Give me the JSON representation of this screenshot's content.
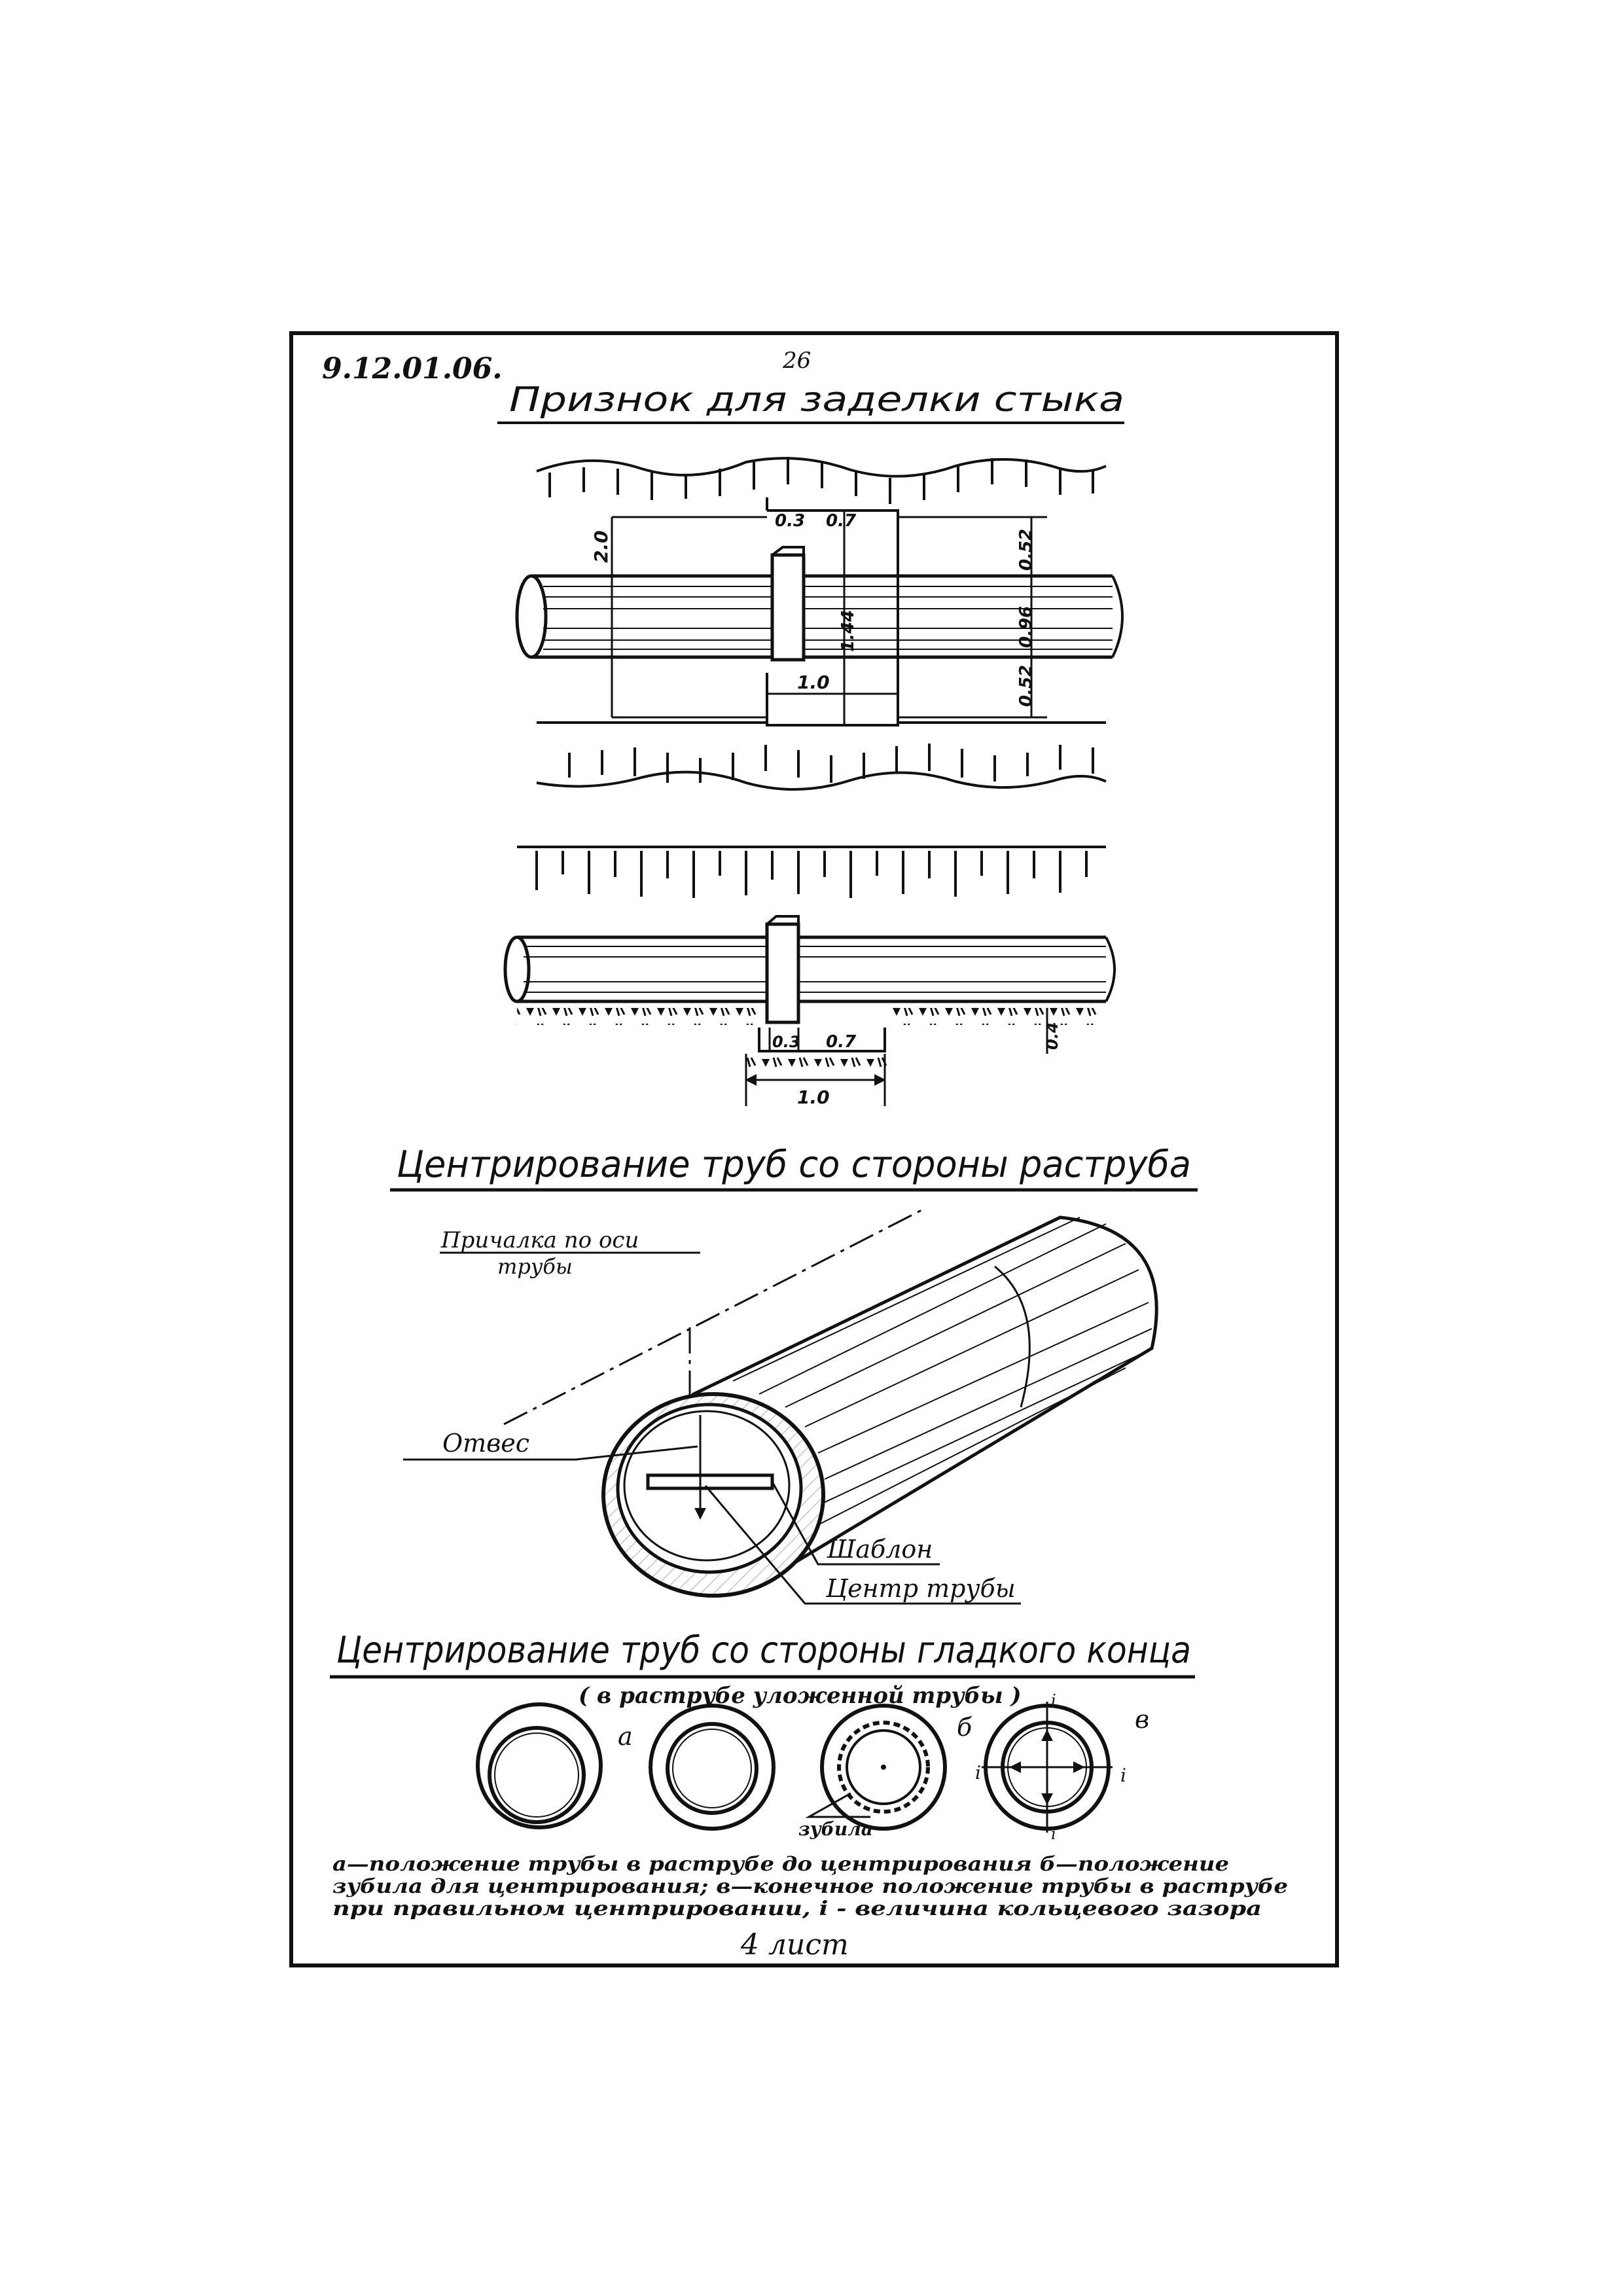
{
  "sheet": {
    "code": "9.12.01.06.",
    "page_number": "26",
    "footer": "4 лист"
  },
  "section1": {
    "title": "Признок для заделки стыка",
    "dims_top": {
      "d_03": "0.3",
      "d_07": "0.7",
      "d_20": "2.0",
      "d_052a": "0.52",
      "d_096": "0.96",
      "d_144": "1.44",
      "d_052b": "0.52",
      "d_10": "1.0"
    },
    "dims_bottom": {
      "d_03": "0.3",
      "d_07": "0.7",
      "d_04": "0.4",
      "d_10": "1.0"
    }
  },
  "section2": {
    "title": "Центрирование труб со стороны раструба",
    "labels": {
      "sight": "Причалка по оси",
      "sight2": "трубы",
      "plumb": "Отвес",
      "template": "Шаблон",
      "center": "Центр трубы"
    }
  },
  "section3": {
    "title": "Центрирование труб со стороны гладкого конца",
    "subtitle": "( в раструбе уложенной трубы )",
    "markers": {
      "a": "а",
      "b": "б",
      "v": "в",
      "i": "i"
    },
    "chisel": "зубила",
    "caption_lines": [
      "а—положение трубы в раструбе до центрирования  б—положение",
      "зубила для центрирования;  в—конечное положение трубы в раструбе",
      "при правильном центрировании,  i - величина кольцевого зазора"
    ]
  }
}
